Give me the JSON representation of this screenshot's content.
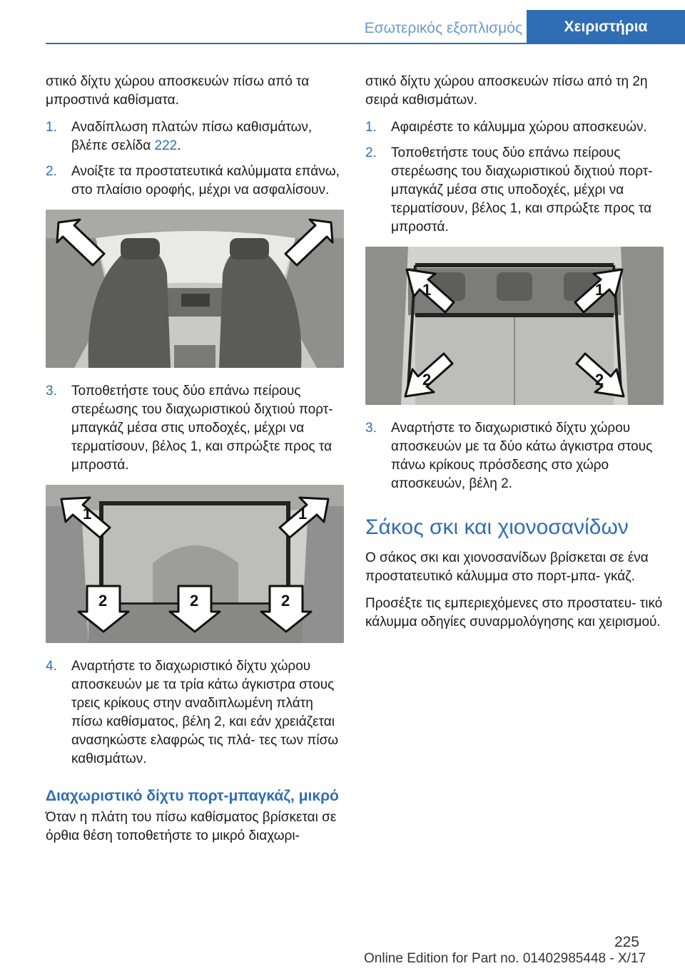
{
  "header": {
    "section": "Εσωτερικός εξοπλισμός",
    "tab": "Χειριστήρια"
  },
  "left": {
    "intro": "στικό δίχτυ χώρου αποσκευών πίσω από τα μπροστινά καθίσματα.",
    "step1_num": "1.",
    "step1_text": "Αναδίπλωση πλατών πίσω καθισμάτων, βλέπε σελίδα ",
    "step1_link": "222",
    "step1_end": ".",
    "step2_num": "2.",
    "step2_text": "Ανοίξτε τα προστατευτικά καλύμματα επάνω, στο πλαίσιο οροφής, μέχρι να ασφαλίσουν.",
    "step3_num": "3.",
    "step3_text": "Τοποθετήστε τους δύο επάνω πείρους στερέωσης του διαχωριστικού διχτιού πορτ-μπαγκάζ μέσα στις υποδοχές, μέχρι να τερματίσουν, βέλος 1, και σπρώξτε προς τα μπροστά.",
    "fig2_label_1": "1",
    "fig2_label_2": "2",
    "step4_num": "4.",
    "step4_text": "Αναρτήστε το διαχωριστικό δίχτυ χώρου αποσκευών με τα τρία κάτω άγκιστρα στους τρεις κρίκους στην αναδιπλωμένη πλάτη πίσω καθίσματος, βέλη 2, και εάν χρειάζεται ανασηκώστε ελαφρώς τις πλά‐ τες των πίσω καθισμάτων.",
    "subheading": "Διαχωριστικό δίχτυ πορτ-μπαγκάζ, μικρό",
    "para": "Όταν η πλάτη του πίσω καθίσματος βρίσκεται σε όρθια θέση τοποθετήστε το μικρό διαχωρι‐"
  },
  "right": {
    "intro": "στικό δίχτυ χώρου αποσκευών πίσω από τη 2η σειρά καθισμάτων.",
    "step1_num": "1.",
    "step1_text": "Αφαιρέστε το κάλυμμα χώρου αποσκευών.",
    "step2_num": "2.",
    "step2_text": "Τοποθετήστε τους δύο επάνω πείρους στερέωσης του διαχωριστικού διχτιού πορτ-μπαγκάζ μέσα στις υποδοχές, μέχρι να τερματίσουν, βέλος 1, και σπρώξτε προς τα μπροστά.",
    "fig_label_1": "1",
    "fig_label_2": "2",
    "step3_num": "3.",
    "step3_text": "Αναρτήστε το διαχωριστικό δίχτυ χώρου αποσκευών με τα δύο κάτω άγκιστρα στους πάνω κρίκους πρόσδεσης στο χώρο αποσκευών, βέλη 2.",
    "heading": "Σάκος σκι και χιονοσανίδων",
    "para1": "Ο σάκος σκι και χιονοσανίδων βρίσκεται σε ένα προστατευτικό κάλυμμα στο πορτ-μπα‐ γκάζ.",
    "para2": "Προσέξτε τις εμπεριεχόμενες στο προστατευ‐ τικό κάλυμμα οδηγίες συναρμολόγησης και χειρισμού."
  },
  "footer": {
    "page_number": "225",
    "edition": "Online Edition for Part no. 01402985448 - X/17"
  }
}
